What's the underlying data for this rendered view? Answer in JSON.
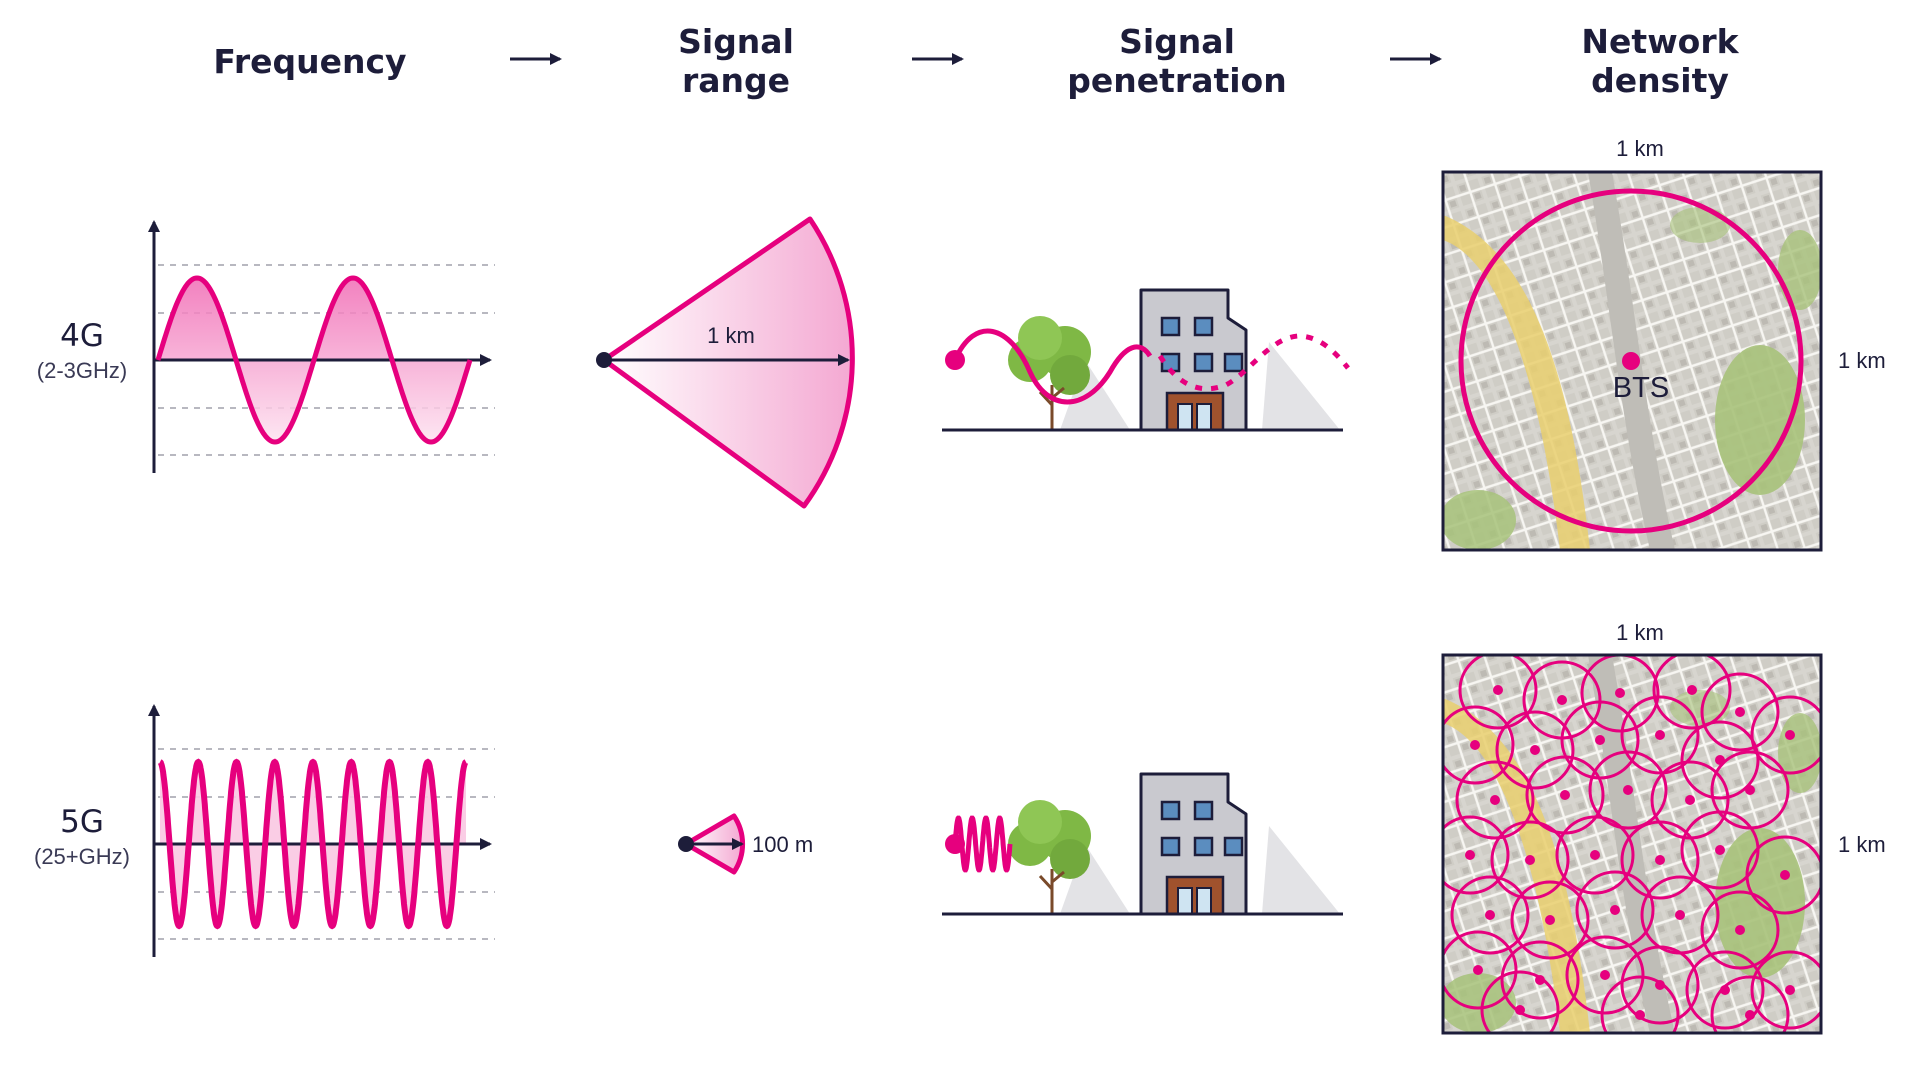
{
  "headers": {
    "frequency": "Frequency",
    "signal_range": [
      "Signal",
      "range"
    ],
    "signal_penetration": [
      "Signal",
      "penetration"
    ],
    "network_density": [
      "Network",
      "density"
    ]
  },
  "rows": [
    {
      "generation": "4G",
      "band": "(2-3GHz)",
      "range_label": "1 km",
      "density_top_label": "1 km",
      "density_side_label": "1 km",
      "bts_label": "BTS"
    },
    {
      "generation": "5G",
      "band": "(25+GHz)",
      "range_label": "100 m",
      "density_top_label": "1 km",
      "density_side_label": "1 km"
    }
  ],
  "colors": {
    "accent": "#e6007e",
    "ink": "#1d1d3a",
    "map_bg": "#dcdad4",
    "park": "#a7c27a",
    "highway": "#e9cf6e",
    "tree": "#7fb845",
    "building": "#c9c9cf",
    "window": "#5b8dbf",
    "door": "#a0522d"
  }
}
